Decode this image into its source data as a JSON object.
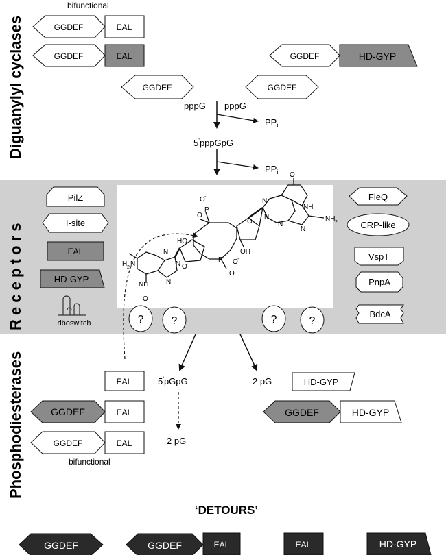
{
  "sections": {
    "cyclases": "Diguanylyl cyclases",
    "receptors": "R e c e p t o r s",
    "phosphodiesterases": "Phosphodiesterases"
  },
  "domains": {
    "ggdef": "GGDEF",
    "eal": "EAL",
    "hdgyp": "HD-GYP"
  },
  "labels": {
    "bifunctional_top": "bifunctional",
    "bifunctional_bottom": "bifunctional",
    "detours": "‘DETOURS’"
  },
  "metabolites": {
    "pppg_left": "pppG",
    "pppg_right": "pppG",
    "ppi_1": "PP",
    "ppi_2": "PP",
    "ppi_sub": "i",
    "pppgpg_prefix": "5",
    "pppgpg": "pppGpG",
    "pgpg_prefix": "5",
    "pgpg": "pGpG",
    "two_pg_right": "2 pG",
    "two_pg_bottom": "2 pG"
  },
  "receptors_left": {
    "pilz": "PilZ",
    "isite": "I-site",
    "eal": "EAL",
    "hdgyp": "HD-GYP",
    "riboswitch": "riboswitch"
  },
  "receptors_right": {
    "fleq": "FleQ",
    "crp": "CRP-like",
    "vspt": "VspT",
    "pnpa": "PnpA",
    "bdca": "BdcA"
  },
  "question_mark": "?",
  "structure": {
    "o_minus": "O",
    "minus": "-",
    "o": "O",
    "p": "P",
    "n": "N",
    "nh": "NH",
    "nh2": "NH",
    "h2n": "H",
    "ho": "HO",
    "oh": "OH",
    "two": "2"
  },
  "colors": {
    "band": "#d0d0d0",
    "domain_dark": "#8a8a8a",
    "detour_dark": "#2a2a2a"
  }
}
